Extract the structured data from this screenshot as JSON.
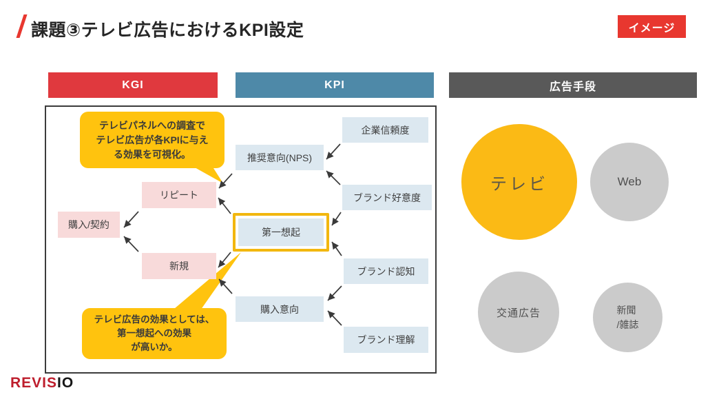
{
  "slide": {
    "title": "課題③テレビ広告におけるKPI設定",
    "badge": "イメージ"
  },
  "columns": {
    "kgi": {
      "label": "KGI",
      "color": "#E0393E"
    },
    "kpi": {
      "label": "KPI",
      "color": "#4E89A8"
    },
    "media": {
      "label": "広告手段",
      "color": "#595959"
    }
  },
  "diagram": {
    "callout_top": {
      "line1": "テレビパネルへの調査で",
      "line2": "テレビ広告が各KPIに与え",
      "line3": "る効果を可視化。"
    },
    "callout_bottom": {
      "line1": "テレビ広告の効果としては、",
      "line2": "第一想起への効果",
      "line3": "が高いか。"
    },
    "kgi_boxes": {
      "purchase": "購入/契約",
      "repeat": "リピート",
      "new": "新規"
    },
    "kpi_boxes": {
      "nps": "推奨意向(NPS)",
      "top_of_mind": "第一想起",
      "purchase_intent": "購入意向",
      "corporate_trust": "企業信頼度",
      "brand_favorability": "ブランド好意度",
      "brand_awareness": "ブランド認知",
      "brand_understanding": "ブランド理解"
    }
  },
  "media_panel": {
    "tv": "テレビ",
    "web": "Web",
    "transit": "交通広告",
    "newspaper_line1": "新聞",
    "newspaper_line2": "/雑誌"
  },
  "footer": {
    "logo_red": "REVIS",
    "logo_black": "IO"
  },
  "colors": {
    "accent_red": "#E8372F",
    "pink_box": "#F8DADA",
    "blue_box": "#DCE8F0",
    "highlight_yellow": "#F2B70F",
    "callout_yellow": "#FFC30E",
    "circle_yellow": "#FBBA15",
    "circle_gray": "#CBCBCB",
    "logo_red": "#BE1E2D"
  }
}
